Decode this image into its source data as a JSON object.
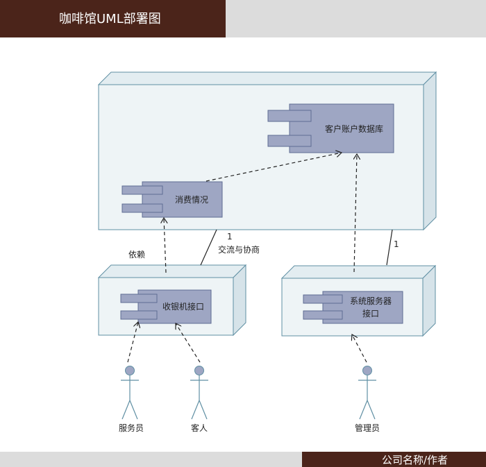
{
  "header": {
    "title": "咖啡馆UML部署图"
  },
  "footer": {
    "text": "公司名称/作者"
  },
  "diagram": {
    "components": {
      "customer_db": "客户账户数据库",
      "consumption": "消费情况",
      "cashier_interface": "收银机接口",
      "system_service_line1": "系统服务器",
      "system_service_line2": "接口"
    },
    "labels": {
      "dependency": "依赖",
      "multiplicity_left": "1",
      "communication": "交流与协商",
      "multiplicity_right": "1"
    },
    "actors": {
      "waiter": "服务员",
      "guest": "客人",
      "admin": "管理员"
    },
    "colors": {
      "node_fill": "#eef4f6",
      "node_stroke": "#5f8fa3",
      "component_fill": "#9ea6c3",
      "component_stroke": "#5f6c93",
      "actor_head": "#9ea6c3",
      "actor_stroke": "#5f8fa3"
    }
  }
}
